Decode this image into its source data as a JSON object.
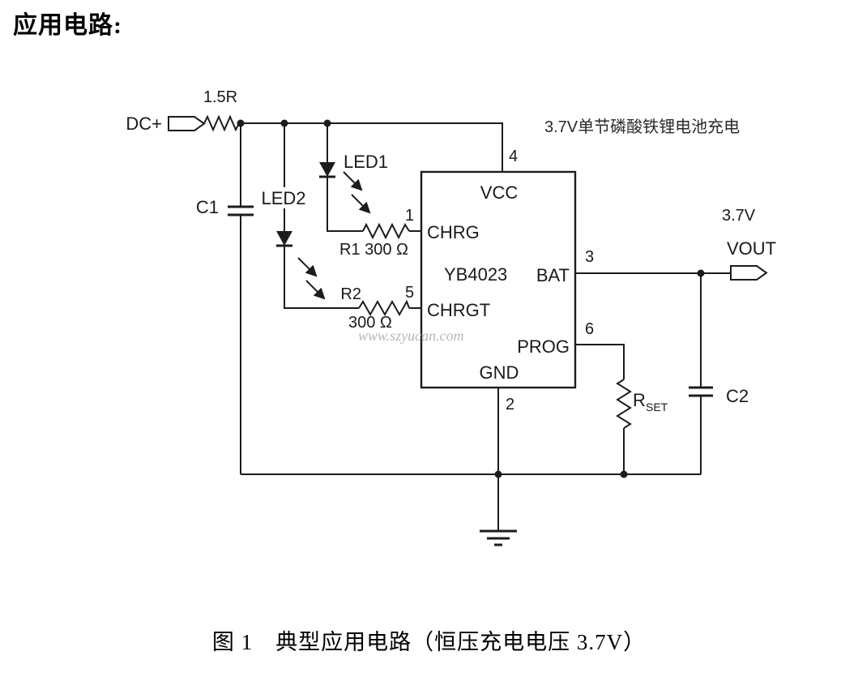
{
  "page": {
    "title": "应用电路:",
    "caption": "图 1　典型应用电路（恒压充电电压 3.7V）"
  },
  "schematic": {
    "annotation": "3.7V单节磷酸铁锂电池充电",
    "watermark": "www.szyucan.com",
    "ic": {
      "name": "YB4023",
      "pins": {
        "vcc": {
          "label": "VCC",
          "number": "4"
        },
        "chrg": {
          "label": "CHRG",
          "number": "1"
        },
        "chrgt": {
          "label": "CHRGT",
          "number": "5"
        },
        "bat": {
          "label": "BAT",
          "number": "3"
        },
        "prog": {
          "label": "PROG",
          "number": "6"
        },
        "gnd": {
          "label": "GND",
          "number": "2"
        }
      }
    },
    "components": {
      "dc_input": "DC+",
      "input_resistor": "1.5R",
      "c1": "C1",
      "led1": "LED1",
      "led2": "LED2",
      "r1": "R1 300 Ω",
      "r2_name": "R2",
      "r2_value": "300 Ω",
      "rset_base": "R",
      "rset_sub": "SET",
      "c2": "C2",
      "vout_voltage": "3.7V",
      "vout": "VOUT"
    }
  }
}
